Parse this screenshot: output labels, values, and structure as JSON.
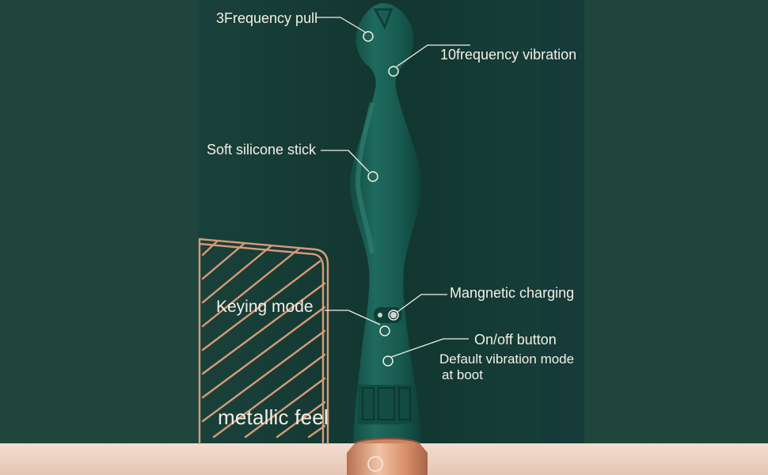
{
  "callouts": {
    "pull": "3Frequency pull",
    "vibration": "10frequency vibration",
    "silicone": "Soft silicone stick",
    "charging": "Mangnetic charging",
    "keying": "Keying mode",
    "onoff": "On/off button",
    "default_mode_line1": "Default vibration mode",
    "default_mode_line2": "at boot",
    "metallic": "metallic feel"
  },
  "colors": {
    "background": "#1f453d",
    "device": "#1d5c52",
    "copper": "#d99a74",
    "floor": "#ecd3c3",
    "text": "#f4efe6"
  },
  "icons": {
    "callout_marker": "ring-marker-icon",
    "charging_port": "magnetic-port-icon"
  }
}
